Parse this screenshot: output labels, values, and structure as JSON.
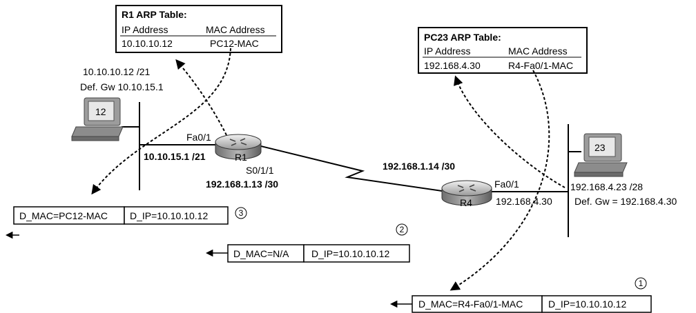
{
  "r1_arp": {
    "title": "R1 ARP Table:",
    "col_ip": "IP Address",
    "col_mac": "MAC Address",
    "ip": "10.10.10.12",
    "mac": "PC12-MAC"
  },
  "pc23_arp": {
    "title": "PC23 ARP Table:",
    "col_ip": "IP Address",
    "col_mac": "MAC Address",
    "ip": "192.168.4.30",
    "mac": "R4-Fa0/1-MAC"
  },
  "pc12": {
    "id": "12",
    "ip": "10.10.10.12 /21",
    "gw": "Def. Gw 10.10.15.1"
  },
  "pc23": {
    "id": "23",
    "ip": "192.168.4.23 /28",
    "gw": "Def. Gw = 192.168.4.30"
  },
  "r1": {
    "name": "R1",
    "fa_port": "Fa0/1",
    "fa_ip": "10.10.15.1 /21",
    "s_port": "S0/1/1",
    "s_ip": "192.168.1.13 /30"
  },
  "r4": {
    "name": "R4",
    "fa_port": "Fa0/1",
    "fa_ip": "192.168.4.30",
    "s_ip": "192.168.1.14 /30"
  },
  "frames": [
    {
      "step": "1",
      "d_mac": "D_MAC=R4-Fa0/1-MAC",
      "d_ip": "D_IP=10.10.10.12"
    },
    {
      "step": "2",
      "d_mac": "D_MAC=N/A",
      "d_ip": "D_IP=10.10.10.12"
    },
    {
      "step": "3",
      "d_mac": "D_MAC=PC12-MAC",
      "d_ip": "D_IP=10.10.10.12"
    }
  ]
}
